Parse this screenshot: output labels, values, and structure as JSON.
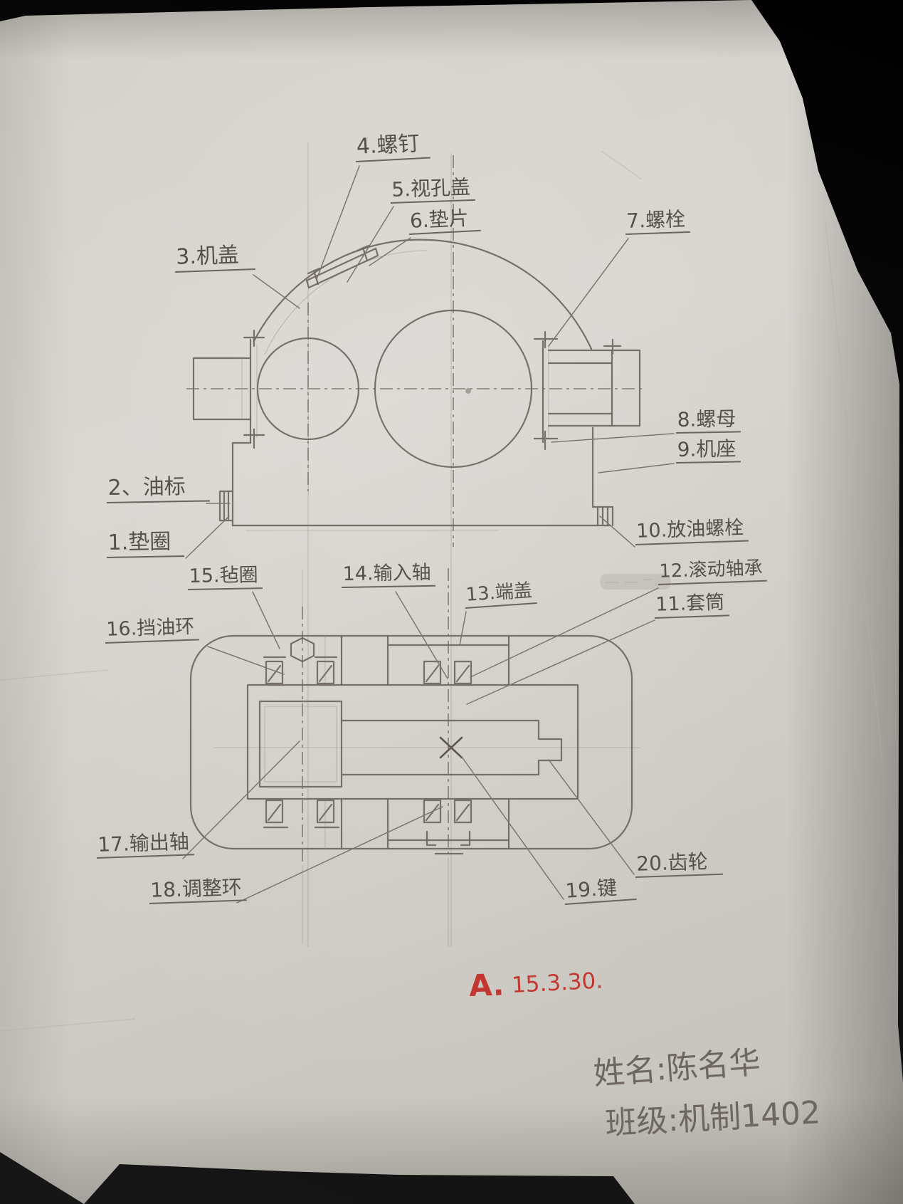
{
  "colors": {
    "paper": "#d5d2cc",
    "pencil": "#6e675f",
    "red_ink": "#c2372f",
    "background": "#101010"
  },
  "diagram": {
    "part_labels": [
      {
        "num": "1",
        "text": "1.垫圈"
      },
      {
        "num": "2",
        "text": "2、油标"
      },
      {
        "num": "3",
        "text": "3.机盖"
      },
      {
        "num": "4",
        "text": "4.螺钉"
      },
      {
        "num": "5",
        "text": "5.视孔盖"
      },
      {
        "num": "6",
        "text": "6.垫片"
      },
      {
        "num": "7",
        "text": "7.螺栓"
      },
      {
        "num": "8",
        "text": "8.螺母"
      },
      {
        "num": "9",
        "text": "9.机座"
      },
      {
        "num": "10",
        "text": "10.放油螺栓"
      },
      {
        "num": "11",
        "text": "11.套筒"
      },
      {
        "num": "12",
        "text": "12.滚动轴承"
      },
      {
        "num": "13",
        "text": "13.端盖"
      },
      {
        "num": "14",
        "text": "14.输入轴"
      },
      {
        "num": "15",
        "text": "15.毡圈"
      },
      {
        "num": "16",
        "text": "16.挡油环"
      },
      {
        "num": "17",
        "text": "17.输出轴"
      },
      {
        "num": "18",
        "text": "18.调整环"
      },
      {
        "num": "19",
        "text": "19.键"
      },
      {
        "num": "20",
        "text": "20.齿轮"
      }
    ]
  },
  "annotations": {
    "grade_mark": "A.",
    "grade_date": "15.3.30."
  },
  "signature": {
    "name_line": "姓名:陈名华",
    "class_line": "班级:机制1402"
  }
}
